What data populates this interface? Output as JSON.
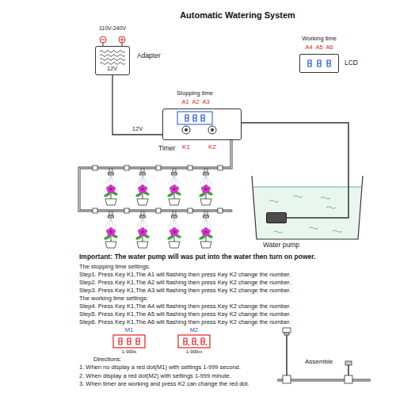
{
  "diagram": {
    "title": "Automatic Watering System",
    "nodes": [
      {
        "text": [
          "Adapter",
          "12V"
        ]
      },
      {
        "text": [
          "LCD"
        ]
      },
      {
        "text": [
          "Timer"
        ]
      },
      {
        "text": [
          "Water pump"
        ]
      }
    ],
    "edges": [
      {
        "from": 0,
        "to": 2,
        "label": "12V",
        "arrow": "none"
      },
      {
        "from": 2,
        "to": 3,
        "arrow": "none"
      }
    ],
    "labels": [
      "110V-240V",
      "Working time",
      "A4",
      "A5",
      "A6",
      "Stopping time",
      "A1",
      "A2",
      "A3",
      "K1",
      "K2",
      "Important: The water pump will was put into the water then turn on power.",
      "The stopping time settings:",
      "Step1. Press Key K1,The A1 will flashing then press Key K2 change the number.",
      "Step2. Press Key K1,The A2 will flashing then press Key K2 change the number.",
      "Step3. Press Key K1,The A3 will flashing then press Key K2 change the number.",
      "The working time settings:",
      "Step4. Press Key K1,The A4 will flashing then press Key K2 change the number.",
      "Step5. Press Key K1,The A5 will flashing then press Key K2 change the number.",
      "Step6. Press Key K1,The A6 will flashing then press Key K2 change the number.",
      "M1",
      "M2",
      "1-999s",
      "1-999m",
      "Directions:",
      "1. When no display a red dot(M1) with settings 1-999 second.",
      "2. When display a red dot(M2) with settings 1-999 minute.",
      "3. When timer are working and press K2 can change the red dot.",
      "Assemble"
    ]
  }
}
